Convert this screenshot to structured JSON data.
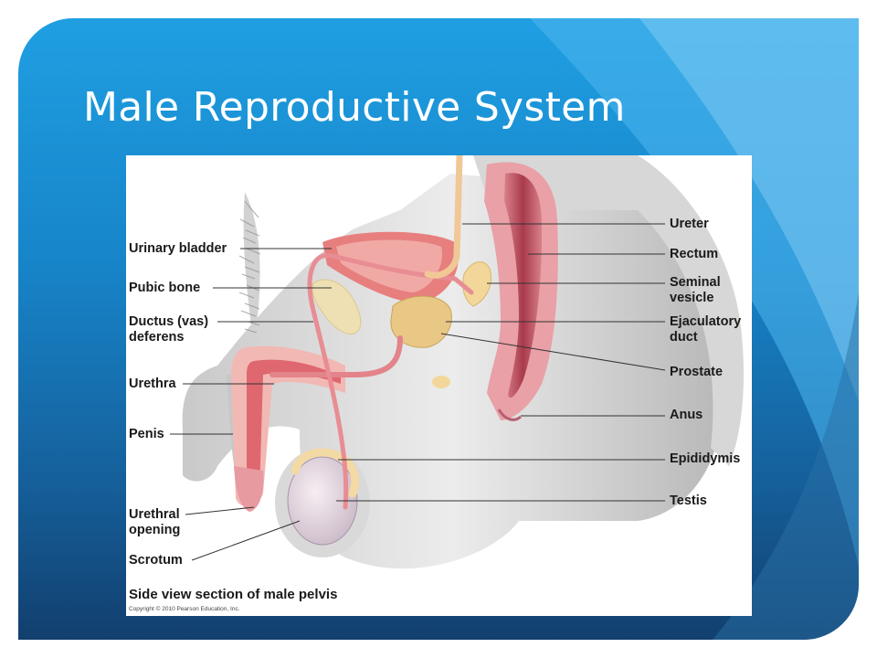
{
  "slide": {
    "title": "Male Reproductive System"
  },
  "theme": {
    "background_top": "#1f9fe2",
    "background_bottom": "#123f6e",
    "title_color": "#ffffff"
  },
  "diagram": {
    "caption": "Side view section of male pelvis",
    "copyright": "Copyright © 2010 Pearson Education, Inc.",
    "left_labels": [
      {
        "line1": "Urinary bladder",
        "line2": ""
      },
      {
        "line1": "Pubic bone",
        "line2": ""
      },
      {
        "line1": "Ductus (vas)",
        "line2": "deferens"
      },
      {
        "line1": "Urethra",
        "line2": ""
      },
      {
        "line1": "Penis",
        "line2": ""
      },
      {
        "line1": "Urethral",
        "line2": "opening"
      },
      {
        "line1": "Scrotum",
        "line2": ""
      }
    ],
    "right_labels": [
      {
        "line1": "Ureter",
        "line2": ""
      },
      {
        "line1": "Rectum",
        "line2": ""
      },
      {
        "line1": "Seminal",
        "line2": "vesicle"
      },
      {
        "line1": "Ejaculatory",
        "line2": "duct"
      },
      {
        "line1": "Prostate",
        "line2": ""
      },
      {
        "line1": "Anus",
        "line2": ""
      },
      {
        "line1": "Epididymis",
        "line2": ""
      },
      {
        "line1": "Testis",
        "line2": ""
      }
    ]
  }
}
